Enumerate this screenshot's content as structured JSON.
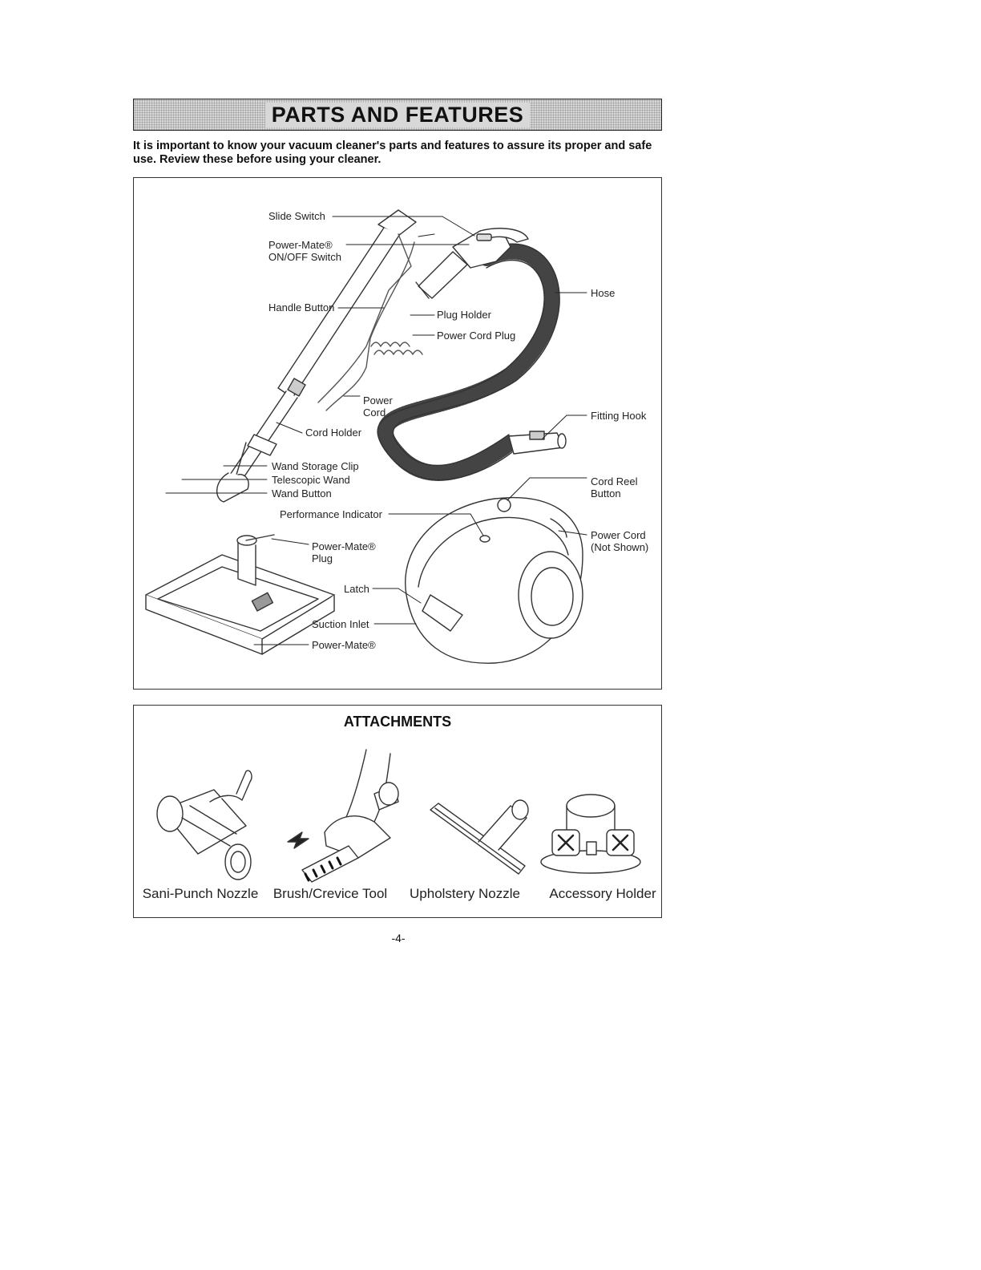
{
  "header": {
    "title": "PARTS AND FEATURES",
    "intro": "It is important to know your vacuum cleaner's parts and features to assure its proper and safe use. Review these before using your cleaner."
  },
  "diagram": {
    "labels": {
      "slide_switch": "Slide Switch",
      "powermate_switch": "Power-Mate®\nON/OFF Switch",
      "handle_button": "Handle Button",
      "plug_holder": "Plug Holder",
      "power_cord_plug": "Power Cord Plug",
      "hose": "Hose",
      "power_cord": "Power\nCord",
      "cord_holder": "Cord Holder",
      "fitting_hook": "Fitting Hook",
      "wand_storage_clip": "Wand Storage Clip",
      "telescopic_wand": "Telescopic Wand",
      "wand_button": "Wand Button",
      "cord_reel_button": "Cord Reel\nButton",
      "performance_indicator": "Performance Indicator",
      "powermate_plug": "Power-Mate®\nPlug",
      "power_cord_not_shown": "Power Cord\n(Not Shown)",
      "latch": "Latch",
      "suction_inlet": "Suction Inlet",
      "powermate": "Power-Mate®"
    }
  },
  "attachments": {
    "title": "ATTACHMENTS",
    "items": [
      {
        "label": "Sani-Punch Nozzle"
      },
      {
        "label": "Brush/Crevice Tool"
      },
      {
        "label": "Upholstery Nozzle"
      },
      {
        "label": "Accessory Holder"
      }
    ]
  },
  "footer": {
    "page_number": "-4-"
  }
}
